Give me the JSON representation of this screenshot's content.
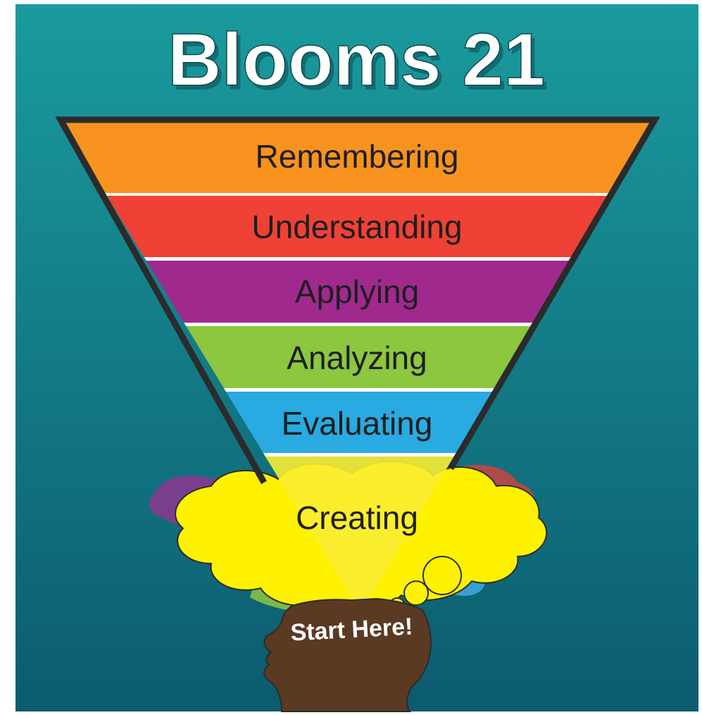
{
  "title": "Blooms 21",
  "levels": [
    {
      "label": "Remembering",
      "color": "#F7931E"
    },
    {
      "label": "Understanding",
      "color": "#EF4136"
    },
    {
      "label": "Applying",
      "color": "#A0298E"
    },
    {
      "label": "Analyzing",
      "color": "#8DC63F"
    },
    {
      "label": "Evaluating",
      "color": "#29AAE1"
    },
    {
      "label": "Creating",
      "color": "#F9ED32"
    }
  ],
  "start_label": "Start Here!",
  "colors": {
    "background_top": "#1A9B9D",
    "background_bottom": "#0C5B6E",
    "outline": "#2B2B2B",
    "head": "#5A3A22",
    "title_fill": "#FFFFFF",
    "text": "#1E1E1E",
    "cloud_yellow": "#FFF200"
  },
  "icons": [
    "head-silhouette-icon",
    "thought-bubble-icon",
    "idea-cloud-icon"
  ]
}
